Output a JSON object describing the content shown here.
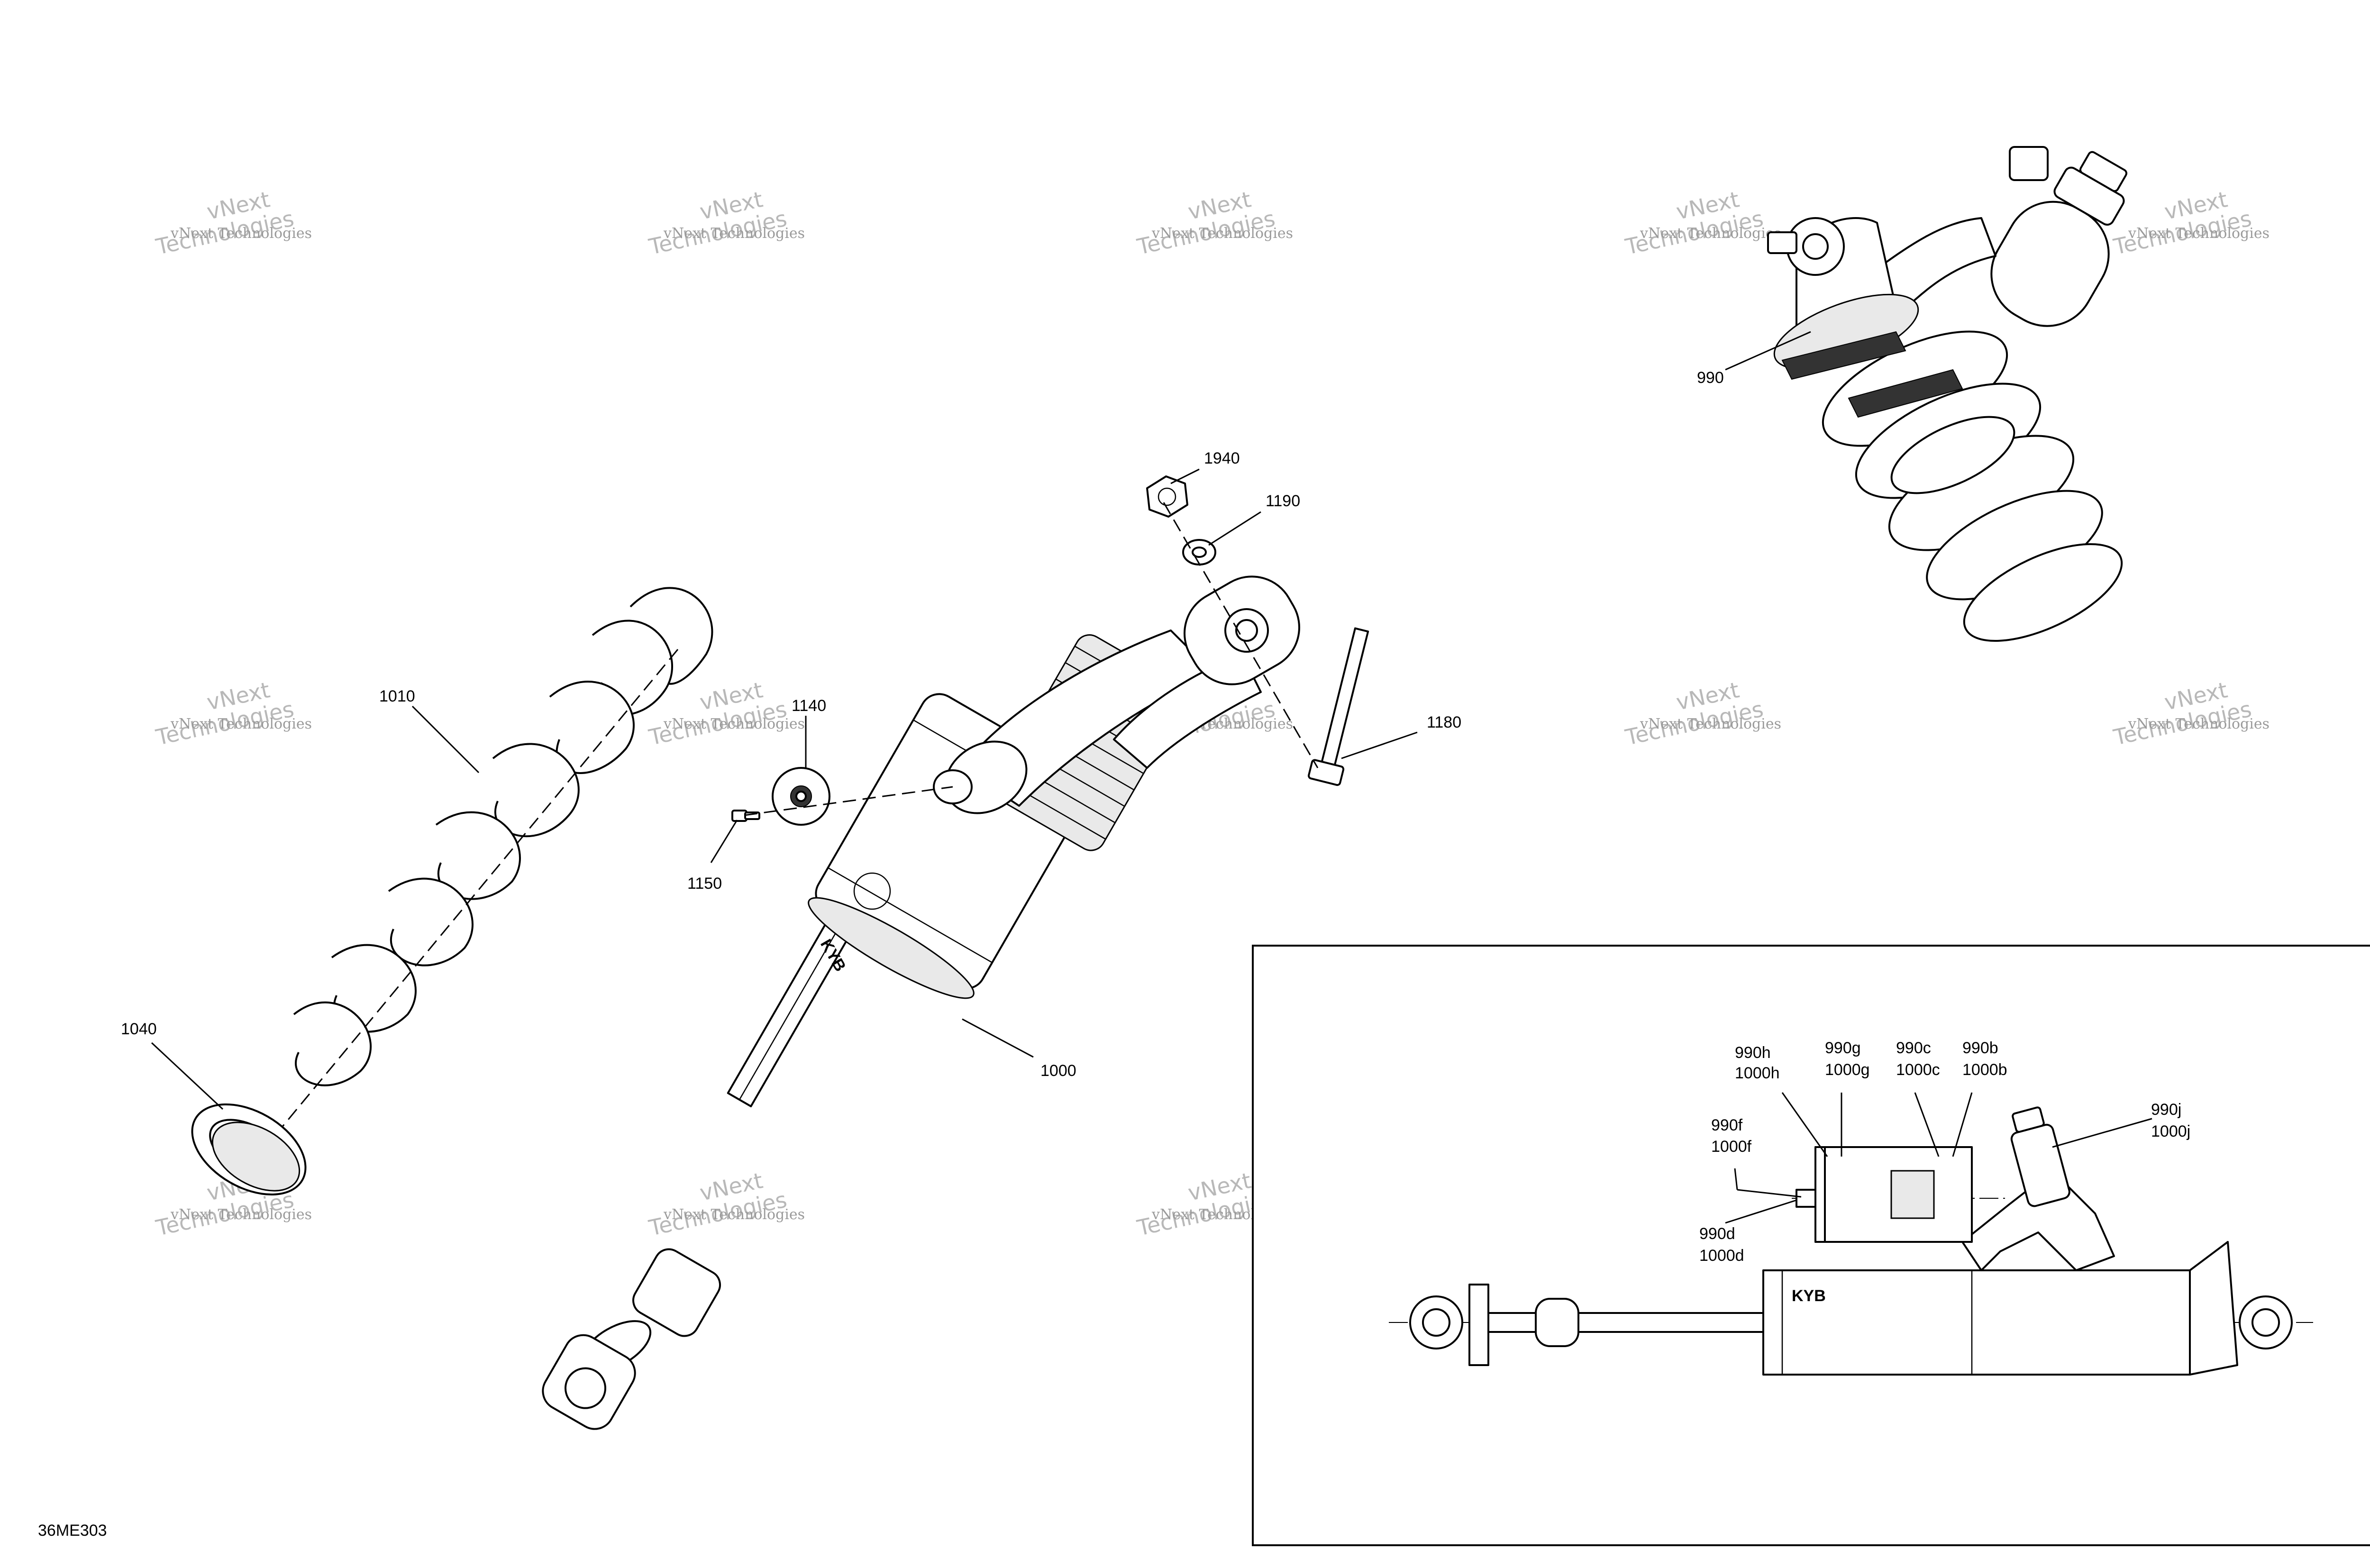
{
  "drawing_code": "36ME303",
  "watermark": {
    "line1": "vNext Technologies",
    "line2a": "vNext",
    "line2b": "Technologies"
  },
  "callouts": {
    "c990": "990",
    "c1940": "1940",
    "c1190": "1190",
    "c1010": "1010",
    "c1140": "1140",
    "c1180": "1180",
    "c1150": "1150",
    "c1040": "1040",
    "c1000": "1000"
  },
  "inset_callouts": {
    "h_a": "990h",
    "h_b": "1000h",
    "g_a": "990g",
    "g_b": "1000g",
    "c_a": "990c",
    "c_b": "1000c",
    "b_a": "990b",
    "b_b": "1000b",
    "j_a": "990j",
    "j_b": "1000j",
    "f_a": "990f",
    "f_b": "1000f",
    "d_a": "990d",
    "d_b": "1000d"
  },
  "inset_logo": "KYB",
  "colors": {
    "line": "#000000",
    "watermark": "#9a9a9a",
    "background": "#ffffff"
  }
}
